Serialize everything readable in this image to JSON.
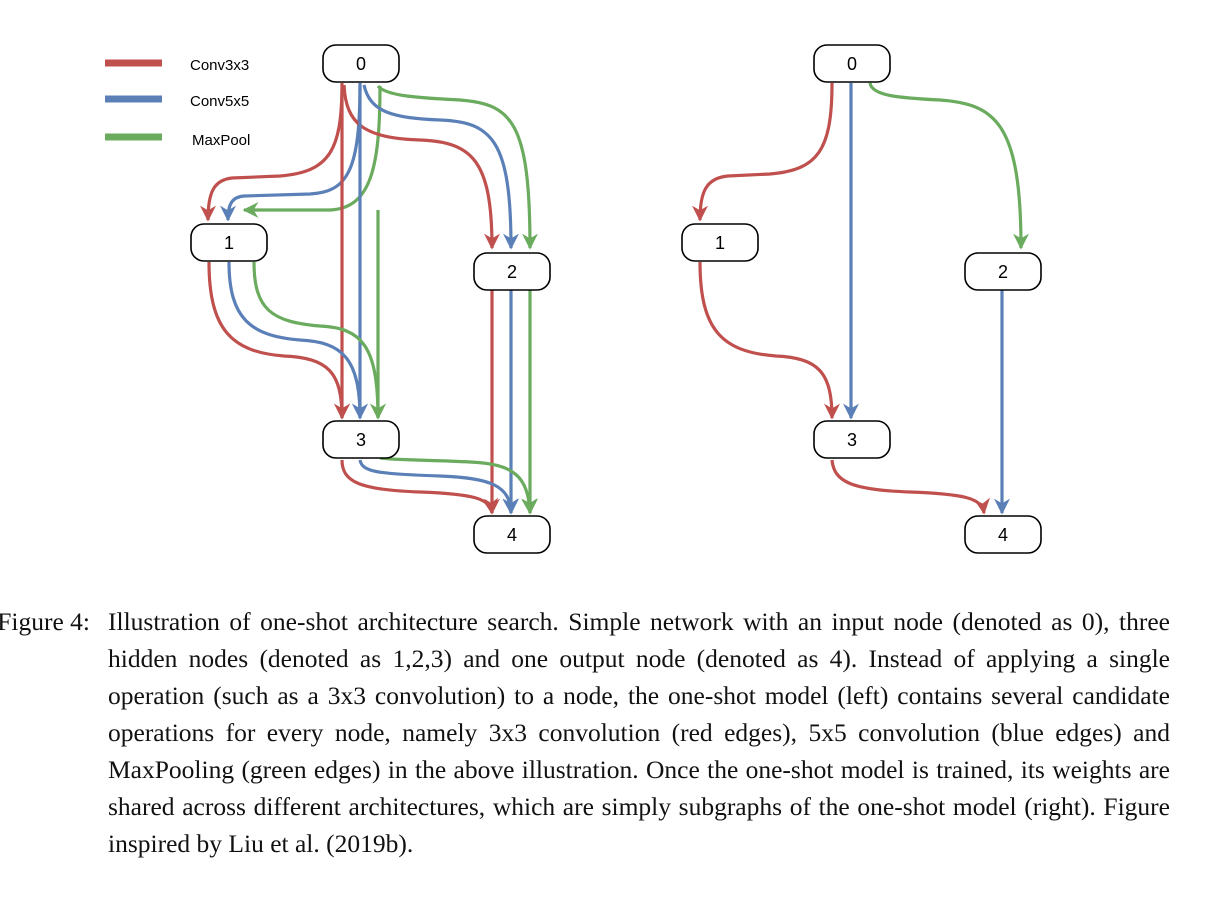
{
  "colors": {
    "conv3x3": "#c0504d",
    "conv5x5": "#5b80b8",
    "maxpool": "#6aab5e"
  },
  "legend": [
    {
      "label": "Conv3x3",
      "color": "#c0504d"
    },
    {
      "label": "Conv5x5",
      "color": "#5b80b8"
    },
    {
      "label": "MaxPool",
      "color": "#6aab5e"
    }
  ],
  "left_graph": {
    "nodes": [
      "0",
      "1",
      "2",
      "3",
      "4"
    ],
    "edges": [
      [
        "0",
        "1",
        "conv3x3"
      ],
      [
        "0",
        "1",
        "conv5x5"
      ],
      [
        "0",
        "1",
        "maxpool"
      ],
      [
        "0",
        "2",
        "conv3x3"
      ],
      [
        "0",
        "2",
        "conv5x5"
      ],
      [
        "0",
        "2",
        "maxpool"
      ],
      [
        "0",
        "3",
        "conv3x3"
      ],
      [
        "0",
        "3",
        "conv5x5"
      ],
      [
        "0",
        "3",
        "maxpool"
      ],
      [
        "1",
        "3",
        "conv3x3"
      ],
      [
        "1",
        "3",
        "conv5x5"
      ],
      [
        "1",
        "3",
        "maxpool"
      ],
      [
        "2",
        "4",
        "conv3x3"
      ],
      [
        "2",
        "4",
        "conv5x5"
      ],
      [
        "2",
        "4",
        "maxpool"
      ],
      [
        "3",
        "4",
        "conv3x3"
      ],
      [
        "3",
        "4",
        "conv5x5"
      ],
      [
        "3",
        "4",
        "maxpool"
      ]
    ]
  },
  "right_graph": {
    "nodes": [
      "0",
      "1",
      "2",
      "3",
      "4"
    ],
    "edges": [
      [
        "0",
        "1",
        "conv3x3"
      ],
      [
        "0",
        "2",
        "maxpool"
      ],
      [
        "0",
        "3",
        "conv5x5"
      ],
      [
        "1",
        "3",
        "conv3x3"
      ],
      [
        "2",
        "4",
        "conv5x5"
      ],
      [
        "3",
        "4",
        "conv3x3"
      ]
    ]
  },
  "caption": {
    "label": "Figure 4:",
    "text": "Illustration of one-shot architecture search. Simple network with an input node (denoted as 0), three hidden nodes (denoted as 1,2,3) and one output node (denoted as 4). Instead of applying a single operation (such as a 3x3 convolution) to a node, the one-shot model (left) contains several candidate operations for every node, namely 3x3 convolution (red edges), 5x5 convolution (blue edges) and MaxPooling (green edges) in the above illustration. Once the one-shot model is trained, its weights are shared across different architectures, which are simply subgraphs of the one-shot model (right). Figure inspired by Liu et al. (2019b)."
  }
}
